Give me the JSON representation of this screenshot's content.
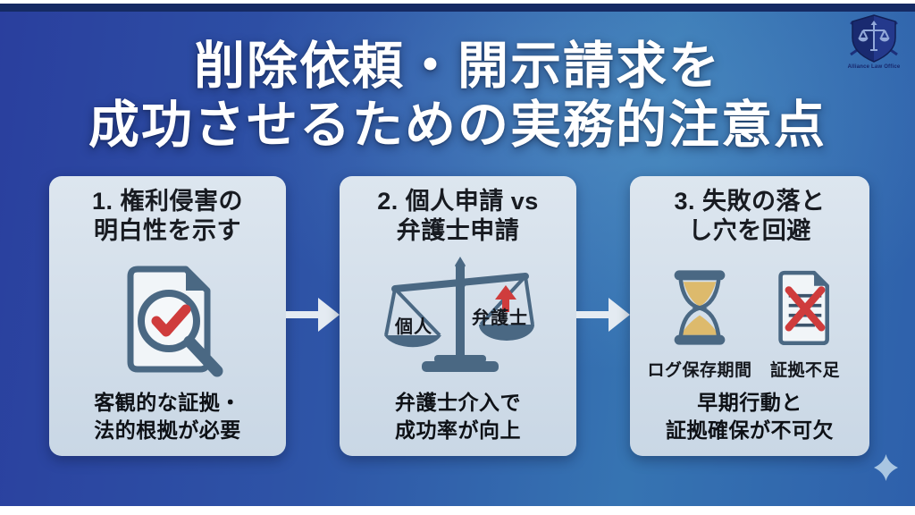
{
  "title": {
    "line1": "削除依頼・開示請求を",
    "line2": "成功させるための実務的注意点"
  },
  "logo": {
    "text": "Alliance Law Office",
    "icon": "shield-scales-of-justice"
  },
  "cards": [
    {
      "title_line1": "1. 権利侵害の",
      "title_line2": "明白性を示す",
      "icon": "document-magnifier-red-check",
      "caption_line1": "客観的な証拠・",
      "caption_line2": "法的根拠が必要"
    },
    {
      "title_line1": "2. 個人申請 vs",
      "title_line2": "弁護士申請",
      "icon": "tilted-balance-scale-with-up-arrow",
      "scale_left_label": "個人",
      "scale_right_label": "弁護士",
      "caption_line1": "弁護士介入で",
      "caption_line2": "成功率が向上"
    },
    {
      "title_line1": "3. 失敗の落と",
      "title_line2": "し穴を回避",
      "icon_left": "hourglass",
      "icon_left_label": "ログ保存期間",
      "icon_right": "document-with-red-x",
      "icon_right_label": "証拠不足",
      "caption_line1": "早期行動と",
      "caption_line2": "証拠確保が不可欠"
    }
  ],
  "colors": {
    "bg-left": "#2a3f9e",
    "bg-light": "#3674b2",
    "bg-right": "#2e60ab",
    "navy-bar": "#152a63",
    "card-top": "#dde6ef",
    "card-bottom": "#c9d7e5",
    "slate": "#4a6883",
    "accent-red": "#cf3c3c",
    "sand": "#ddba6c",
    "arrow": "#e4ebf2",
    "sparkle": "#a9c6e2"
  }
}
